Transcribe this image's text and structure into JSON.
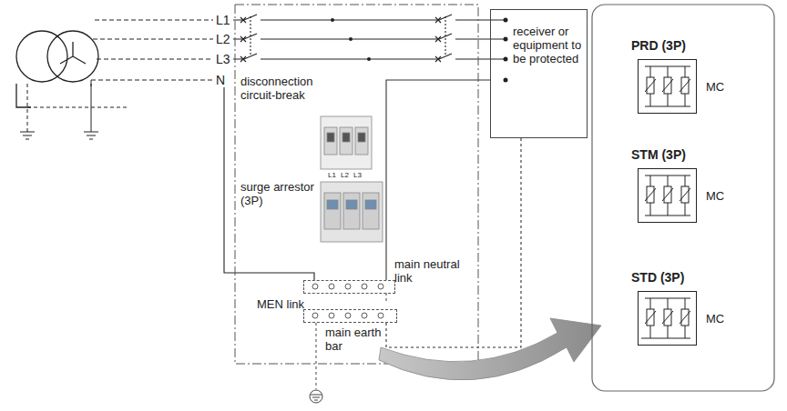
{
  "diagram": {
    "nodes": [
      {
        "text": [
          "receiver or equipment to be protected"
        ]
      },
      {
        "text": [
          "main neutral link"
        ]
      },
      {
        "text": [
          "main earth bar"
        ]
      },
      {
        "text": [
          "PRD (3P)",
          "MC"
        ]
      },
      {
        "text": [
          "STM (3P)",
          "MC"
        ]
      },
      {
        "text": [
          "STD (3P)",
          "MC"
        ]
      }
    ],
    "edges": [
      {
        "from": 1,
        "to": 0,
        "arrow": "none"
      },
      {
        "from": 0,
        "to": 2,
        "arrow": "none"
      }
    ],
    "labels": [
      "L1",
      "L2",
      "L3",
      "N",
      "disconnection circuit-break",
      "L1",
      "L2",
      "L3",
      "surge arrestor (3P)",
      "MEN link"
    ]
  }
}
